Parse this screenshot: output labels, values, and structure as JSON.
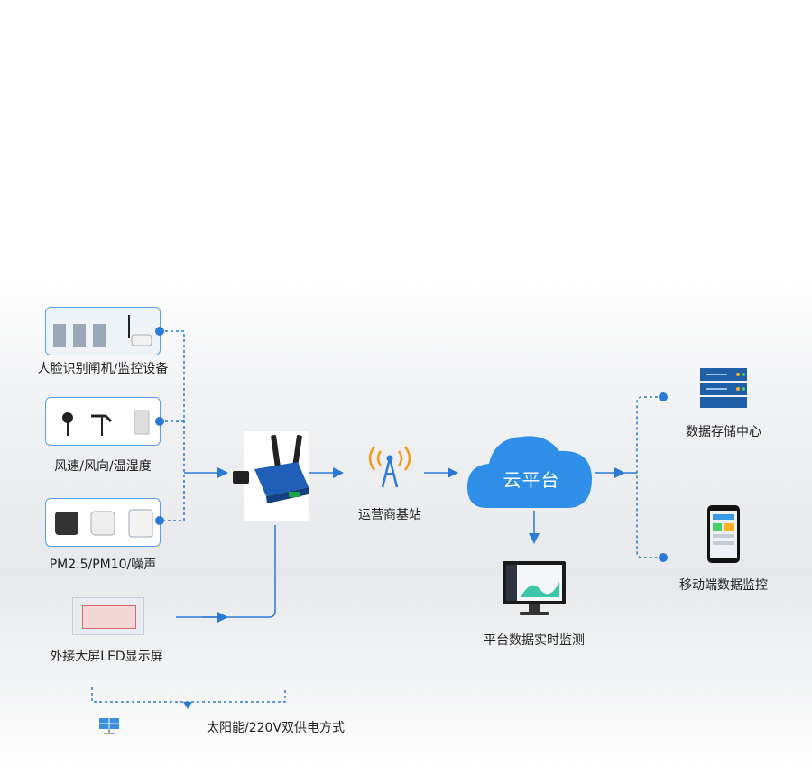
{
  "diagram": {
    "inputs": {
      "face_gate": "人脸识别闸机/监控设备",
      "wind_temp": "风速/风向/温湿度",
      "pm_noise": "PM2.5/PM10/噪声",
      "led_screen": "外接大屏LED显示屏",
      "power": "太阳能/220V双供电方式"
    },
    "network": {
      "base_station": "运营商基站",
      "cloud": "云平台",
      "monitor": "平台数据实时监测"
    },
    "outputs": {
      "storage": "数据存储中心",
      "mobile": "移动端数据监控"
    },
    "colors": {
      "line": "#2b7ad8",
      "cloud": "#2f8fe8",
      "antenna": "#f39a1a"
    }
  }
}
